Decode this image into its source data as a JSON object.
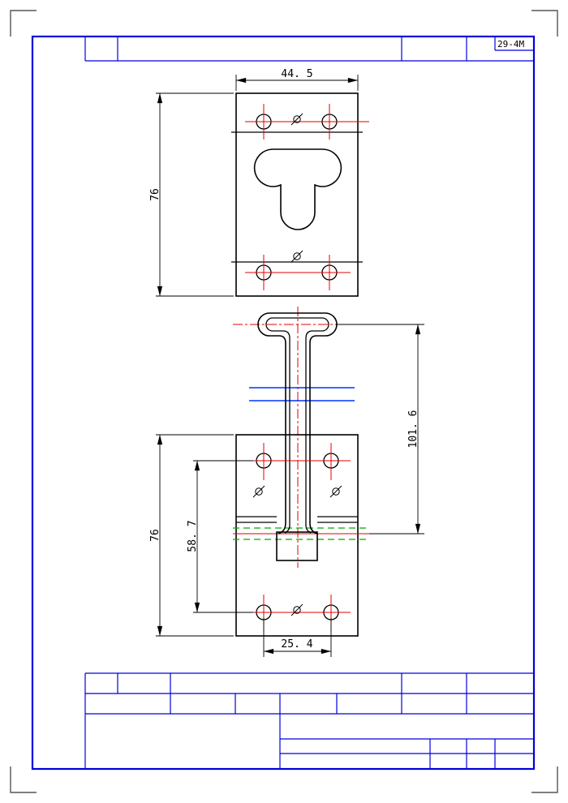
{
  "title_block": {
    "drawing_code": "29-4M"
  },
  "dimensions": {
    "top_view_width": "44. 5",
    "top_view_height": "76",
    "front_view_height": "76",
    "hook_length": "101. 6",
    "hole_row_spacing": "58. 7",
    "hole_column_spacing": "25. 4"
  },
  "colors": {
    "frame_blue": "#0000dd",
    "object_black": "#000000",
    "centerline_red": "#e60000",
    "aux_blue": "#0033ff",
    "aux_green": "#00aa00"
  },
  "icons": {
    "position_mark": "circle-with-slash datum mark",
    "corner_mark": "sheet corner registration mark"
  }
}
